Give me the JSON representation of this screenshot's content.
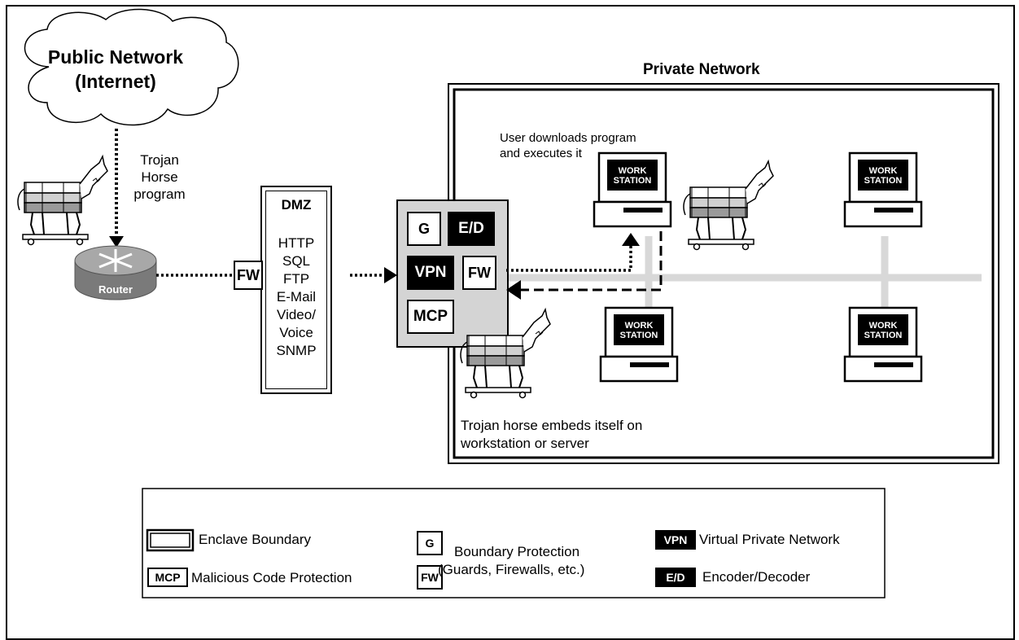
{
  "cloud": {
    "line1": "Public Network",
    "line2": "(Internet)"
  },
  "trojan_text": [
    "Trojan",
    "Horse",
    "program"
  ],
  "router_label": "Router",
  "fw_label": "FW",
  "dmz": {
    "title": "DMZ",
    "services": [
      "HTTP",
      "SQL",
      "FTP",
      "E-Mail",
      "Video/",
      "Voice",
      "SNMP"
    ]
  },
  "enclave_tags": {
    "g": "G",
    "ed": "E/D",
    "vpn": "VPN",
    "fw": "FW",
    "mcp": "MCP"
  },
  "private_network": {
    "title": "Private Network"
  },
  "user_downloads": [
    "User downloads program",
    "and executes it"
  ],
  "workstation_label": [
    "WORK",
    "STATION"
  ],
  "embed_note": [
    "Trojan horse embeds itself on",
    "workstation or server"
  ],
  "legend": {
    "enclave_boundary": "Enclave Boundary",
    "boundary_protection": "Boundary Protection",
    "boundary_protection_sub": "(Guards, Firewalls, etc.)",
    "vpn_full": "Virtual Private Network",
    "mcp_full": "Malicious Code Protection",
    "ed_full": "Encoder/Decoder",
    "g_tag": "G",
    "fw_tag": "FW",
    "vpn_tag": "VPN",
    "mcp_tag": "MCP",
    "ed_tag": "E/D"
  },
  "colors": {
    "enclave_fill": "#d4d4d4",
    "lan_line": "#d8d8d8",
    "router_fill": "#8a8a8a"
  },
  "icons": [
    "cloud-icon",
    "trojan-horse-icon",
    "router-icon",
    "workstation-icon",
    "arrow-icon"
  ]
}
